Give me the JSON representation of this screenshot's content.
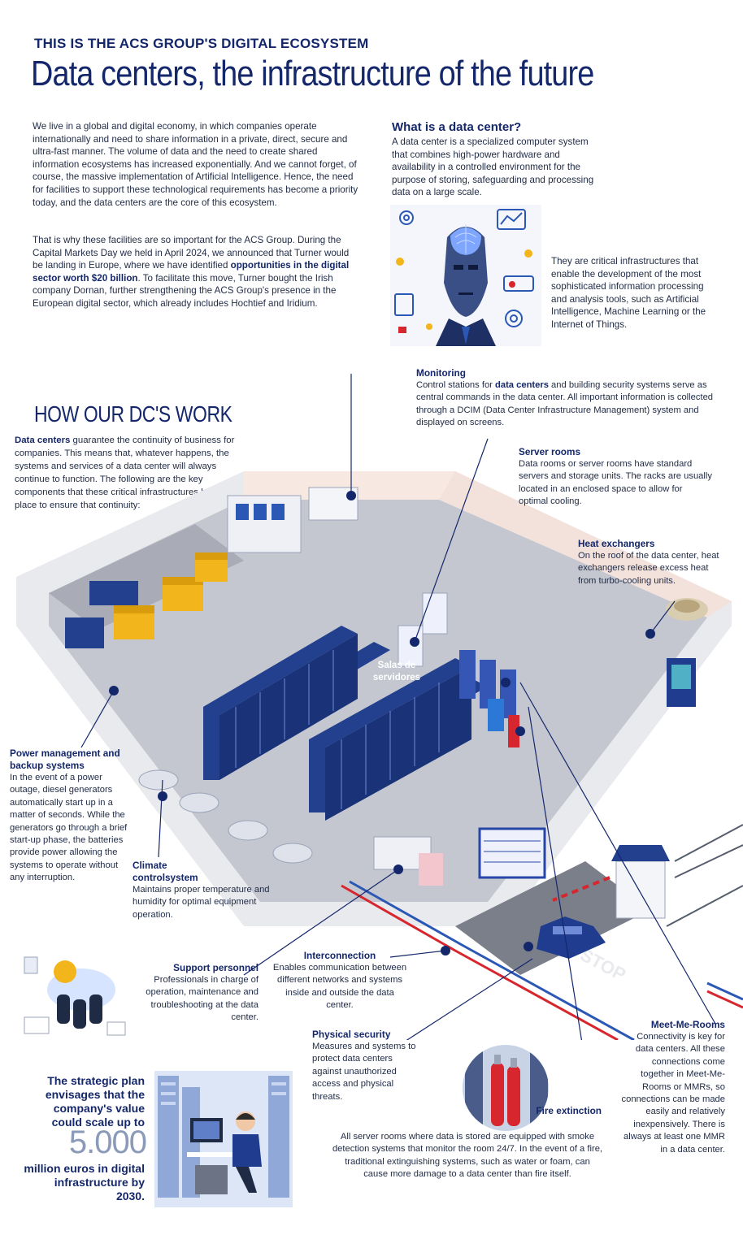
{
  "header": {
    "kicker": "THIS IS THE ACS GROUP'S DIGITAL ECOSYSTEM",
    "title": "Data centers, the infrastructure of the future"
  },
  "intro": {
    "p1": "We live in a global and digital economy, in which companies operate internationally and need to share information in a private, direct, secure and ultra-fast manner. The volume of data and the need to create shared information ecosystems has increased exponentially. And we cannot forget, of course, the massive implementation of Artificial Intelligence. Hence, the need for facilities to support these technological requirements has become a priority today, and the data centers are the core of this ecosystem.",
    "p2_a": "That is why these facilities are so important for the ACS Group. During the Capital Markets Day we held in April 2024, we announced that Turner would be landing in Europe, where we have identified ",
    "p2_bold": "opportunities in the digital sector worth $20 billion",
    "p2_b": ". To facilitate this move, Turner bought the Irish company Dornan, further strengthening the ACS Group's presence in the European digital sector, which already includes Hochtief and Iridium."
  },
  "what_is": {
    "heading": "What is a data center?",
    "text": "A data center is a specialized computer system that combines high-power hardware and availability in a controlled environment for the purpose of storing, safeguarding and processing data on a large scale.",
    "side_text": "They are critical infrastructures that enable the development of the most sophisticated information processing and analysis tools, such as Artificial Intelligence, Machine Learning or the Internet of Things."
  },
  "how": {
    "heading": "HOW OUR DC'S WORK",
    "intro_bold": "Data centers",
    "intro_rest": " guarantee the continuity of business for companies. This means that, whatever happens, the systems and services of a data center will always continue to function. The following are the key components that these critical infrastructures have in place to ensure that continuity:"
  },
  "callouts": {
    "monitoring": {
      "label": "Monitoring",
      "text_a": "Control stations for ",
      "text_bold": "data centers",
      "text_b": " and building security systems serve as central commands in the data center. All important information is collected through a DCIM (Data Center Infrastructure Management) system and displayed on screens."
    },
    "server_rooms": {
      "label": "Server rooms",
      "text": "Data rooms or server rooms have standard servers and storage units. The racks are usually located in an enclosed space to allow for optimal cooling."
    },
    "heat": {
      "label": "Heat exchangers",
      "text": "On the roof of the data center, heat exchangers release excess heat from turbo-cooling units."
    },
    "power": {
      "label": "Power management and backup systems",
      "text": "In the event of a power outage, diesel generators automatically start up in a matter of seconds. While the generators go through a brief start-up phase, the batteries provide power allowing the systems to operate without any interruption."
    },
    "climate": {
      "label": "Climate controlsystem",
      "text": "Maintains proper temperature and humidity for optimal equipment operation."
    },
    "support": {
      "label": "Support personnel",
      "text": "Professionals in charge of operation, maintenance and troubleshooting at the data center."
    },
    "interconnection": {
      "label": "Interconnection",
      "text": "Enables communication between different networks and systems inside and outside the data center."
    },
    "physical": {
      "label": "Physical security",
      "text": "Measures and systems to protect data centers against unauthorized access and physical threats."
    },
    "meetme": {
      "label": "Meet-Me-Rooms",
      "text": "Connectivity is key for data centers. All these connections come together in Meet-Me-Rooms or MMRs, so connections can be made easily and relatively inexpensively. There is always at least one MMR in a data center."
    },
    "fire": {
      "label": "Fire extinction",
      "text": "All server rooms where data is stored are equipped with smoke detection systems that monitor the room 24/7. In the event of a fire, traditional extinguishing systems, such as water or foam, can cause more damage to a data center than fire itself."
    }
  },
  "map": {
    "salas_label": "Salas de servidores",
    "stop_text": "STOP"
  },
  "strategic": {
    "pre": "The strategic plan envisages that the company's value could scale up to",
    "number": "5.000",
    "post": "million euros in digital infrastructure by 2030."
  },
  "colors": {
    "navy": "#14276b",
    "blue": "#2747a8",
    "rack": "#23408f",
    "floor": "#c9ccd3",
    "yellow": "#f2b51b",
    "red": "#d7262d"
  }
}
